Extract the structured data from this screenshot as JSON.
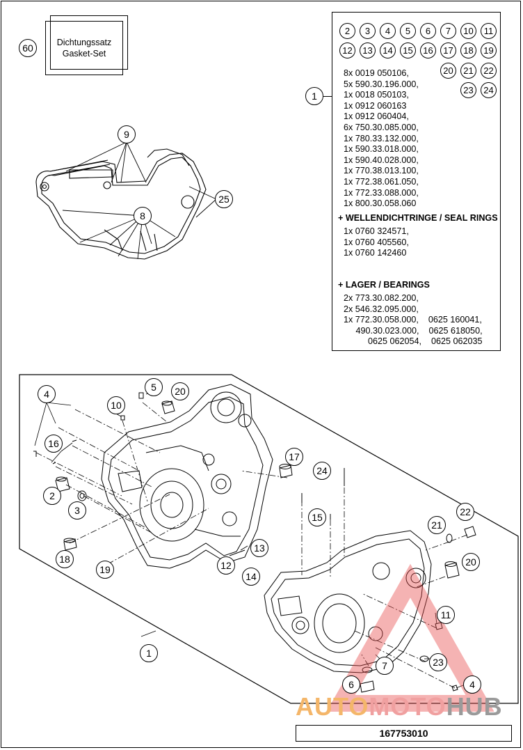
{
  "gasket_kit": {
    "callout": "60",
    "line1": "Dichtungssatz",
    "line2": "Gasket-Set"
  },
  "panel": {
    "callout": "1",
    "chips": [
      "2",
      "3",
      "4",
      "5",
      "6",
      "7",
      "10",
      "11",
      "12",
      "13",
      "14",
      "15",
      "16",
      "17",
      "18",
      "19",
      "20",
      "21",
      "22",
      "23",
      "24"
    ],
    "parts": [
      "8x 0019 050106,",
      "5x 590.30.196.000,",
      "1x 0018 050103,",
      "1x 0912 060163",
      "1x 0912 060404,",
      "6x 750.30.085.000,",
      "1x 780.33.132.000,",
      "1x 590.33.018.000,",
      "1x 590.40.028.000,",
      "1x 770.38.013.100,",
      "1x 772.38.061.050,",
      "1x 772.33.088.000,",
      "1x 800.30.058.060"
    ],
    "seal_title": "+ WELLENDICHTRINGE / SEAL RINGS",
    "seals": [
      "1x 0760 324571,",
      "1x 0760 405560,",
      "1x 0760 142460"
    ],
    "bearing_title": "+ LAGER / BEARINGS",
    "bearings": [
      "2x 773.30.082.200,",
      "2x 546.32.095.000,",
      "1x 772.30.058.000,    0625 160041,",
      "     490.30.023.000,    0625 618050,",
      "          0625 062054,    0625 062035"
    ]
  },
  "gasket_callouts": {
    "c9": "9",
    "c8": "8",
    "c25": "25"
  },
  "case_callouts": {
    "c4a": "4",
    "c5": "5",
    "c20a": "20",
    "c10": "10",
    "c16": "16",
    "c2": "2",
    "c3": "3",
    "c17": "17",
    "c24": "24",
    "c15": "15",
    "c22": "22",
    "c21": "21",
    "c20b": "20",
    "c13": "13",
    "c12": "12",
    "c14": "14",
    "c18": "18",
    "c19": "19",
    "c1": "1",
    "c11": "11",
    "c7": "7",
    "c23": "23",
    "c6": "6",
    "c4b": "4"
  },
  "doc_number": "167753010",
  "watermark": {
    "part1": "AUTO",
    "part2": "MOTO",
    "part3": "HUB"
  }
}
